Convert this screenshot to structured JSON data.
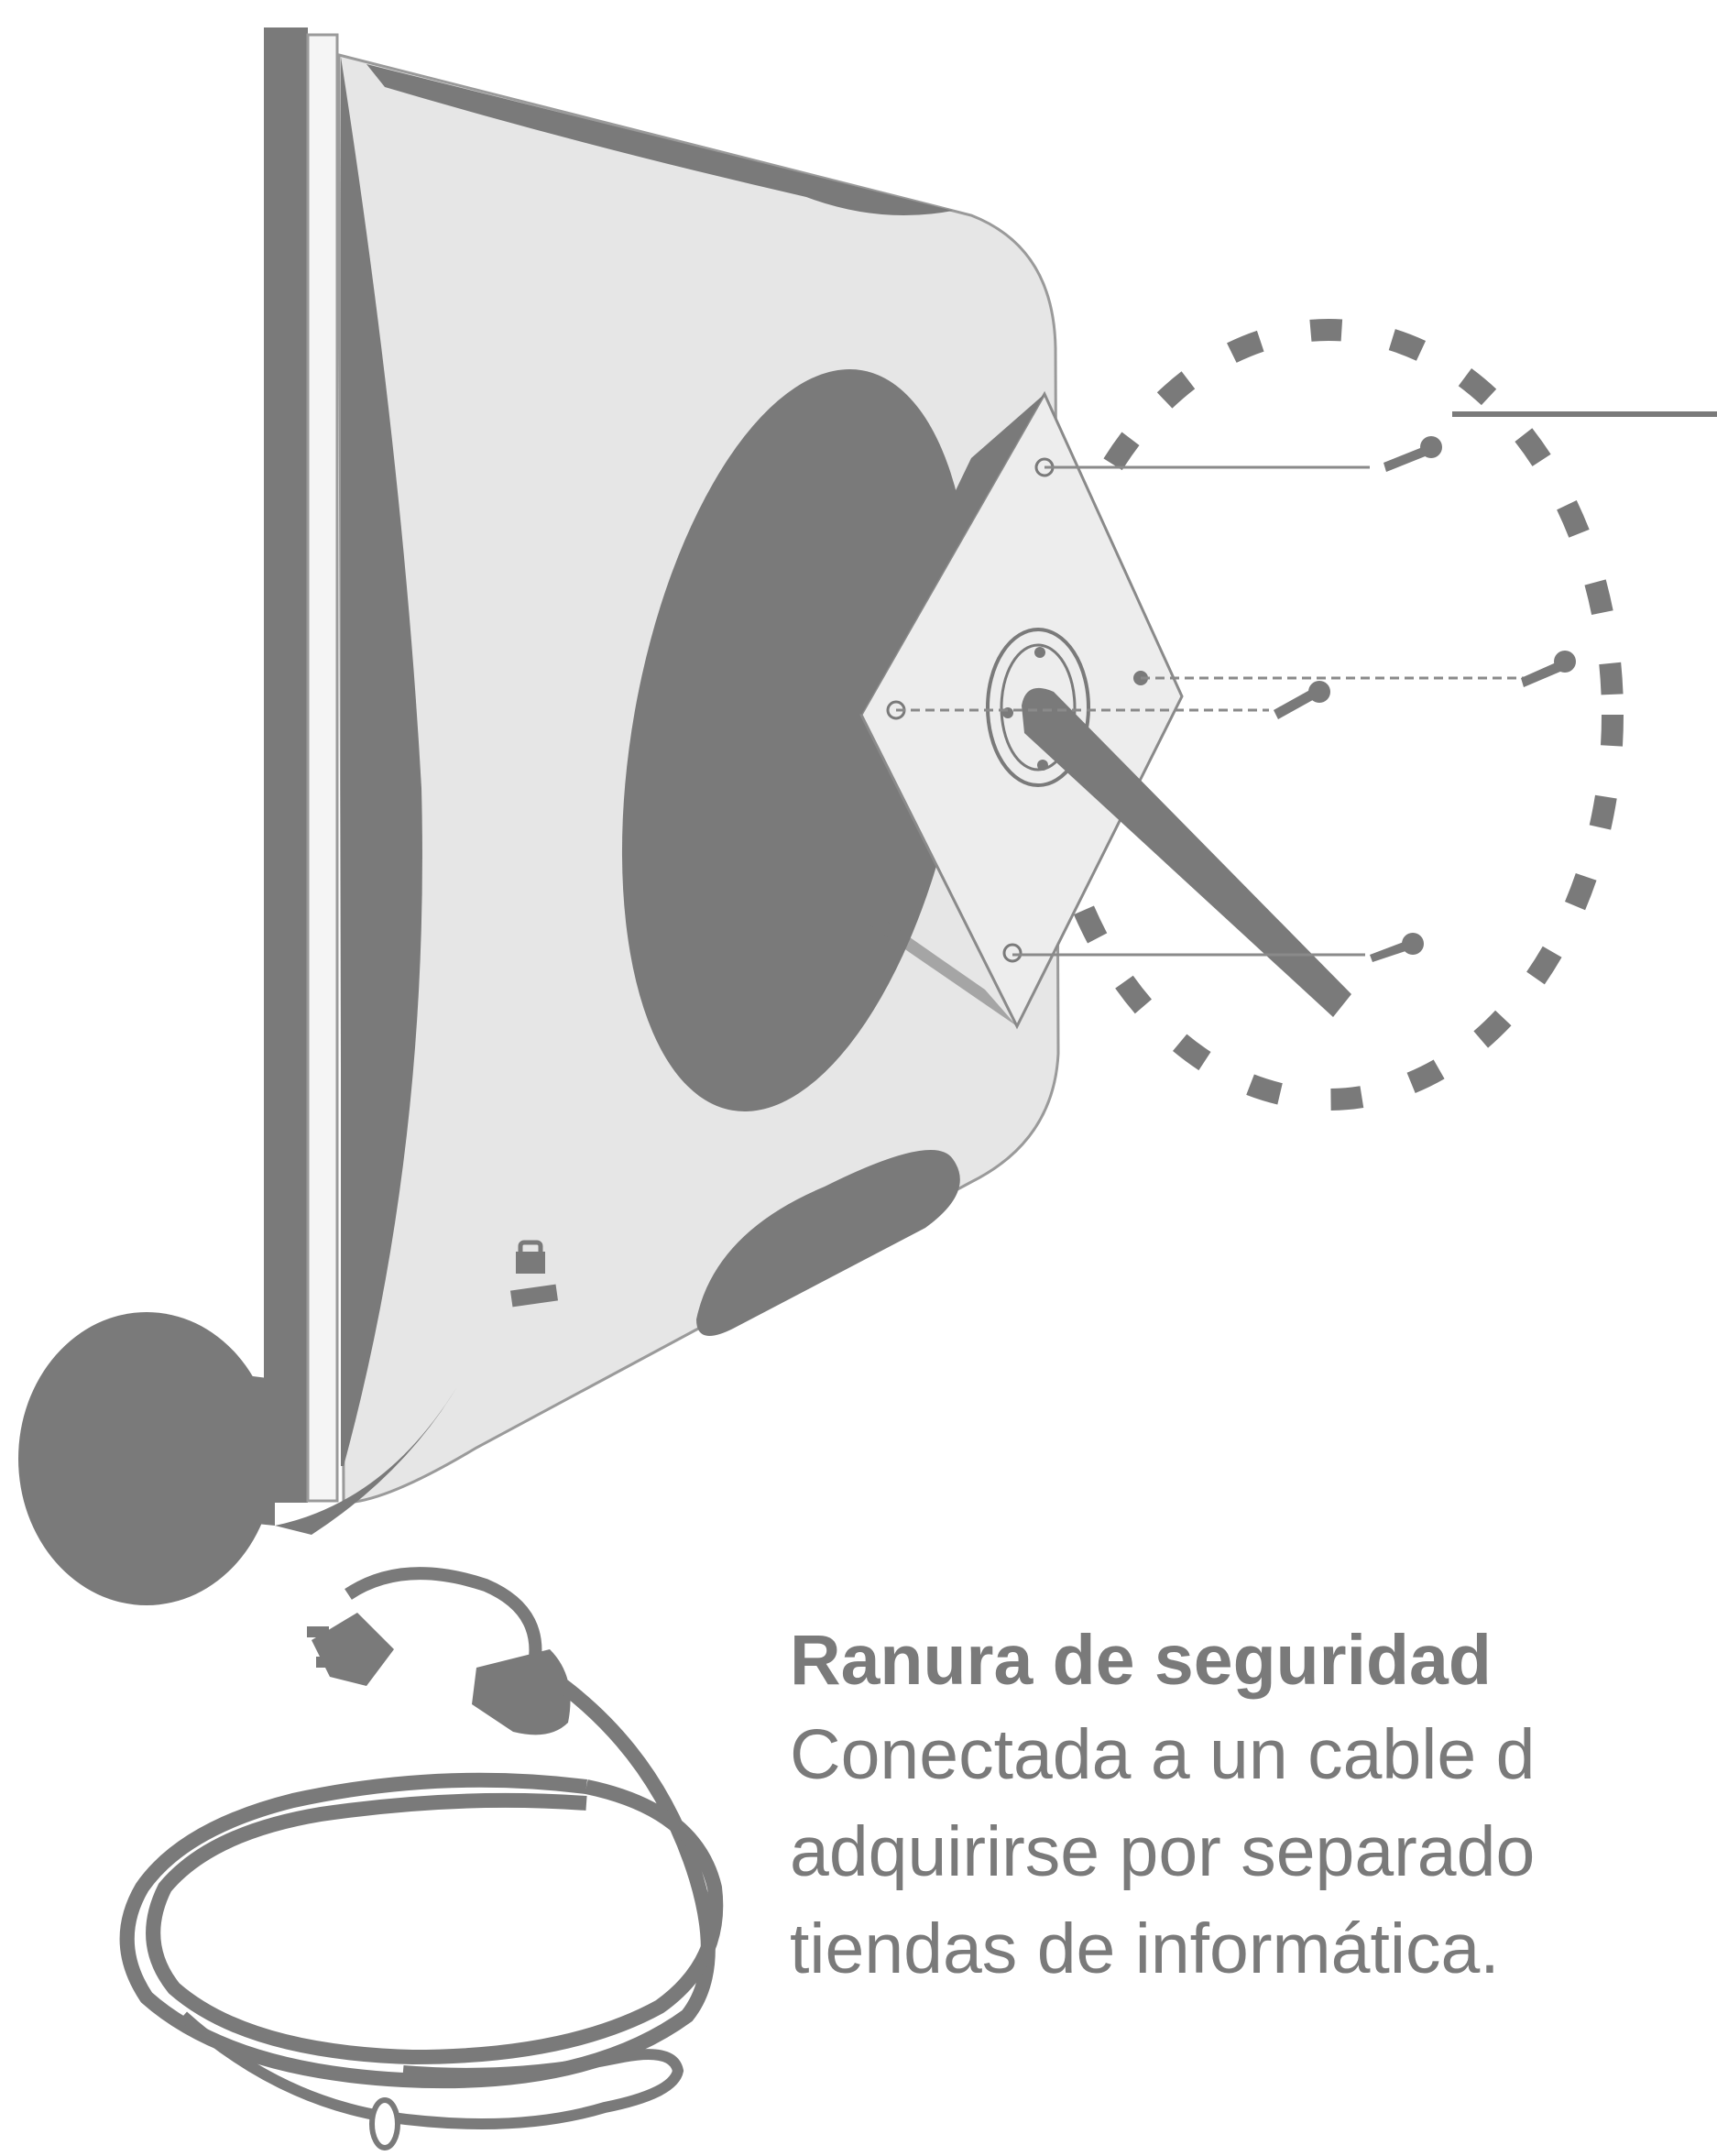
{
  "caption": {
    "title": "Ranura de seguridad",
    "lines": [
      "Conectada a un cable d",
      "adquirirse por separado",
      "tiendas de informática."
    ]
  },
  "colors": {
    "shape_fill": "#7a7a7a",
    "monitor_back": "#e6e6e6",
    "outline": "#9a9a9a",
    "text": "#7a7a7a"
  },
  "icons": {
    "lock": "kensington-lock-icon"
  }
}
